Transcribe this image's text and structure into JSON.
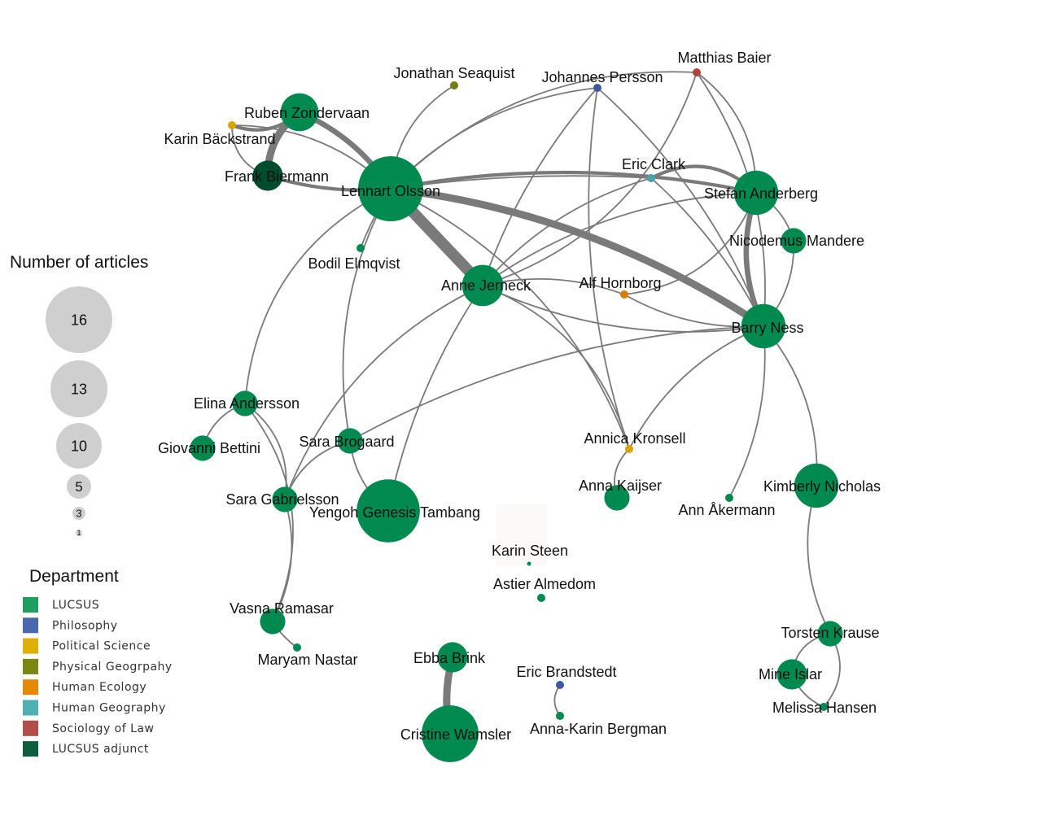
{
  "colors": {
    "edge": "#7a7a7a",
    "size_legend_fill": "#cfcfcf",
    "LUCSUS": "#008a50",
    "Philosophy": "#3e5a9e",
    "Political Science": "#d9a400",
    "Physical Geogrpahy": "#6f7e0e",
    "Human Ecology": "#de7c00",
    "Human Geography": "#44a4a8",
    "Sociology of Law": "#b1413e",
    "LUCSUS adjunct": "#004d2e"
  },
  "legend": {
    "size_title": "Number of articles",
    "size_items": [
      {
        "label": "16",
        "value": 16
      },
      {
        "label": "13",
        "value": 13
      },
      {
        "label": "10",
        "value": 10
      },
      {
        "label": "5",
        "value": 5
      },
      {
        "label": "3",
        "value": 3
      },
      {
        "label": "1",
        "value": 1
      }
    ],
    "department_title": "Department",
    "departments": [
      {
        "name": "LUCSUS",
        "color": "#1f9e63"
      },
      {
        "name": "Philosophy",
        "color": "#4a68ad"
      },
      {
        "name": "Political Science",
        "color": "#e0b000"
      },
      {
        "name": "Physical Geogrpahy",
        "color": "#7a8712"
      },
      {
        "name": "Human Ecology",
        "color": "#e58a00"
      },
      {
        "name": "Human Geography",
        "color": "#4fb0b3"
      },
      {
        "name": "Sociology of Law",
        "color": "#b34d48"
      },
      {
        "name": "LUCSUS adjunct",
        "color": "#0e5f40"
      }
    ]
  },
  "nodes": [
    {
      "id": "olsson",
      "name": "Lennart Olsson",
      "articles": 16,
      "department": "LUCSUS"
    },
    {
      "id": "tambang",
      "name": "Yengoh Genesis Tambang",
      "articles": 15,
      "department": "LUCSUS"
    },
    {
      "id": "wamsler",
      "name": "Cristine Wamsler",
      "articles": 12,
      "department": "LUCSUS"
    },
    {
      "id": "anderberg",
      "name": "Stefan Anderberg",
      "articles": 7,
      "department": "LUCSUS"
    },
    {
      "id": "jerneck",
      "name": "Anne Jerneck",
      "articles": 6,
      "department": "LUCSUS"
    },
    {
      "id": "ness",
      "name": "Barry Ness",
      "articles": 7,
      "department": "LUCSUS"
    },
    {
      "id": "nicholas",
      "name": "Kimberly Nicholas",
      "articles": 7,
      "department": "LUCSUS"
    },
    {
      "id": "zondervaan",
      "name": "Ruben Zondervaan",
      "articles": 5,
      "department": "LUCSUS"
    },
    {
      "id": "biermann",
      "name": "Frank Biermann",
      "articles": 3,
      "department": "LUCSUS adjunct"
    },
    {
      "id": "backstrand",
      "name": "Karin Bäckstrand",
      "articles": 1,
      "department": "Political Science"
    },
    {
      "id": "seaquist",
      "name": "Jonathan Seaquist",
      "articles": 1,
      "department": "Physical Geogrpahy"
    },
    {
      "id": "persson",
      "name": "Johannes Persson",
      "articles": 1,
      "department": "Philosophy"
    },
    {
      "id": "baier",
      "name": "Matthias Baier",
      "articles": 1,
      "department": "Sociology of Law"
    },
    {
      "id": "clark",
      "name": "Eric Clark",
      "articles": 1,
      "department": "Human Geography"
    },
    {
      "id": "mandere",
      "name": "Nicodemus Mandere",
      "articles": 2,
      "department": "LUCSUS"
    },
    {
      "id": "elmqvist",
      "name": "Bodil Elmqvist",
      "articles": 1,
      "department": "LUCSUS"
    },
    {
      "id": "hornborg",
      "name": "Alf Hornborg",
      "articles": 1,
      "department": "Human Ecology"
    },
    {
      "id": "andersson",
      "name": "Elina Andersson",
      "articles": 2,
      "department": "LUCSUS"
    },
    {
      "id": "bettini",
      "name": "Giovanni Bettini",
      "articles": 2,
      "department": "LUCSUS"
    },
    {
      "id": "brogaard",
      "name": "Sara Brogaard",
      "articles": 2,
      "department": "LUCSUS"
    },
    {
      "id": "gabrielsson",
      "name": "Sara Gabrielsson",
      "articles": 2,
      "department": "LUCSUS"
    },
    {
      "id": "kronsell",
      "name": "Annica Kronsell",
      "articles": 1,
      "department": "Political Science"
    },
    {
      "id": "kaijser",
      "name": "Anna Kaijser",
      "articles": 2,
      "department": "LUCSUS"
    },
    {
      "id": "akermann",
      "name": "Ann Åkermann",
      "articles": 1,
      "department": "LUCSUS"
    },
    {
      "id": "steen",
      "name": "Karin Steen",
      "articles": 1,
      "department": "LUCSUS"
    },
    {
      "id": "almedom",
      "name": "Astier Almedom",
      "articles": 1,
      "department": "LUCSUS"
    },
    {
      "id": "ramasar",
      "name": "Vasna Ramasar",
      "articles": 2,
      "department": "LUCSUS"
    },
    {
      "id": "nastar",
      "name": "Maryam Nastar",
      "articles": 1,
      "department": "LUCSUS"
    },
    {
      "id": "brink",
      "name": "Ebba Brink",
      "articles": 3,
      "department": "LUCSUS"
    },
    {
      "id": "brandstedt",
      "name": "Eric Brandstedt",
      "articles": 1,
      "department": "Philosophy"
    },
    {
      "id": "bergman",
      "name": "Anna-Karin Bergman",
      "articles": 1,
      "department": "LUCSUS"
    },
    {
      "id": "krause",
      "name": "Torsten Krause",
      "articles": 2,
      "department": "LUCSUS"
    },
    {
      "id": "islar",
      "name": "Mine Islar",
      "articles": 3,
      "department": "LUCSUS"
    },
    {
      "id": "hansen",
      "name": "Melissa Hansen",
      "articles": 1,
      "department": "LUCSUS"
    }
  ],
  "edges": [
    {
      "source": "olsson",
      "target": "jerneck",
      "weight": 6
    },
    {
      "source": "olsson",
      "target": "ness",
      "weight": 4
    },
    {
      "source": "olsson",
      "target": "zondervaan",
      "weight": 3
    },
    {
      "source": "olsson",
      "target": "biermann",
      "weight": 2
    },
    {
      "source": "olsson",
      "target": "backstrand",
      "weight": 1
    },
    {
      "source": "olsson",
      "target": "seaquist",
      "weight": 1
    },
    {
      "source": "olsson",
      "target": "persson",
      "weight": 1
    },
    {
      "source": "olsson",
      "target": "baier",
      "weight": 1
    },
    {
      "source": "olsson",
      "target": "anderberg",
      "weight": 2
    },
    {
      "source": "olsson",
      "target": "elmqvist",
      "weight": 1
    },
    {
      "source": "olsson",
      "target": "andersson",
      "weight": 1
    },
    {
      "source": "olsson",
      "target": "brogaard",
      "weight": 1
    },
    {
      "source": "olsson",
      "target": "kronsell",
      "weight": 1
    },
    {
      "source": "olsson",
      "target": "clark",
      "weight": 1
    },
    {
      "source": "zondervaan",
      "target": "biermann",
      "weight": 4
    },
    {
      "source": "zondervaan",
      "target": "backstrand",
      "weight": 2
    },
    {
      "source": "backstrand",
      "target": "biermann",
      "weight": 1
    },
    {
      "source": "anderberg",
      "target": "ness",
      "weight": 3
    },
    {
      "source": "anderberg",
      "target": "clark",
      "weight": 2
    },
    {
      "source": "anderberg",
      "target": "jerneck",
      "weight": 1
    },
    {
      "source": "anderberg",
      "target": "hornborg",
      "weight": 1
    },
    {
      "source": "anderberg",
      "target": "baier",
      "weight": 1
    },
    {
      "source": "anderberg",
      "target": "mandere",
      "weight": 1
    },
    {
      "source": "ness",
      "target": "mandere",
      "weight": 1
    },
    {
      "source": "ness",
      "target": "clark",
      "weight": 1
    },
    {
      "source": "ness",
      "target": "persson",
      "weight": 1
    },
    {
      "source": "ness",
      "target": "baier",
      "weight": 1
    },
    {
      "source": "ness",
      "target": "jerneck",
      "weight": 1
    },
    {
      "source": "ness",
      "target": "nicholas",
      "weight": 1
    },
    {
      "source": "ness",
      "target": "akermann",
      "weight": 1
    },
    {
      "source": "ness",
      "target": "kronsell",
      "weight": 1
    },
    {
      "source": "ness",
      "target": "brogaard",
      "weight": 1
    },
    {
      "source": "ness",
      "target": "hornborg",
      "weight": 1
    },
    {
      "source": "jerneck",
      "target": "persson",
      "weight": 1
    },
    {
      "source": "jerneck",
      "target": "clark",
      "weight": 1
    },
    {
      "source": "jerneck",
      "target": "hornborg",
      "weight": 1
    },
    {
      "source": "jerneck",
      "target": "kronsell",
      "weight": 1
    },
    {
      "source": "jerneck",
      "target": "gabrielsson",
      "weight": 1
    },
    {
      "source": "jerneck",
      "target": "tambang",
      "weight": 1
    },
    {
      "source": "persson",
      "target": "kronsell",
      "weight": 1
    },
    {
      "source": "baier",
      "target": "jerneck",
      "weight": 1
    },
    {
      "source": "andersson",
      "target": "bettini",
      "weight": 1
    },
    {
      "source": "andersson",
      "target": "gabrielsson",
      "weight": 1
    },
    {
      "source": "andersson",
      "target": "ramasar",
      "weight": 1
    },
    {
      "source": "brogaard",
      "target": "gabrielsson",
      "weight": 1
    },
    {
      "source": "brogaard",
      "target": "tambang",
      "weight": 1
    },
    {
      "source": "gabrielsson",
      "target": "ramasar",
      "weight": 1
    },
    {
      "source": "ramasar",
      "target": "nastar",
      "weight": 1
    },
    {
      "source": "kronsell",
      "target": "kaijser",
      "weight": 1
    },
    {
      "source": "brink",
      "target": "wamsler",
      "weight": 4
    },
    {
      "source": "brandstedt",
      "target": "bergman",
      "weight": 1
    },
    {
      "source": "nicholas",
      "target": "krause",
      "weight": 1
    },
    {
      "source": "krause",
      "target": "islar",
      "weight": 1
    },
    {
      "source": "krause",
      "target": "hansen",
      "weight": 1
    },
    {
      "source": "islar",
      "target": "hansen",
      "weight": 1
    }
  ]
}
